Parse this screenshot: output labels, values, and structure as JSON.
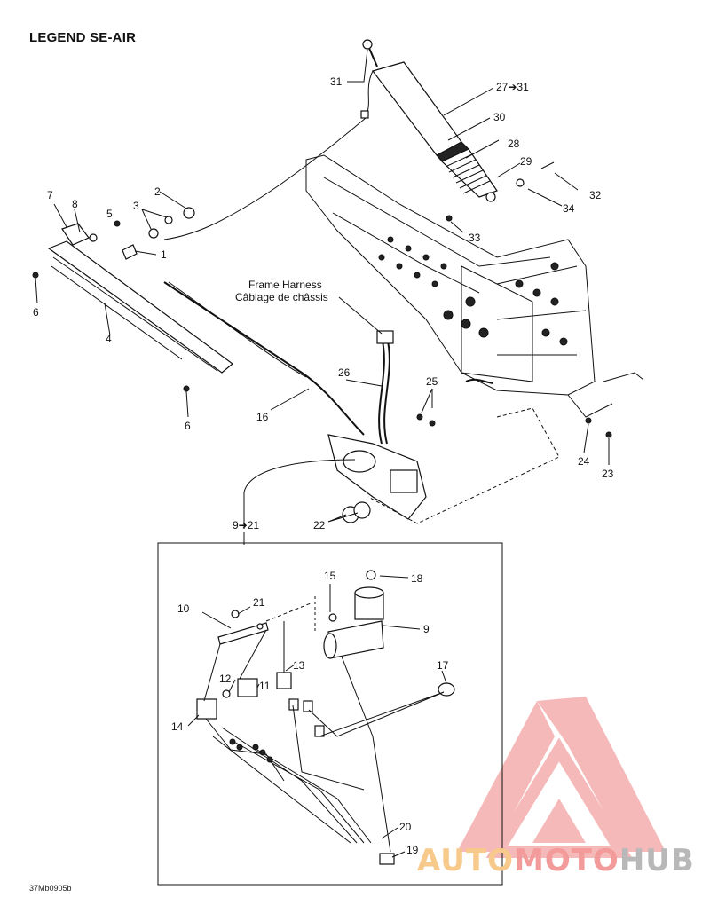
{
  "title": "LEGEND SE-AIR",
  "figure_code": "37Mb0905b",
  "harness": {
    "line1": "Frame Harness",
    "line2": "Câblage de châssis"
  },
  "watermark": {
    "part1": "AUTO",
    "part2": "MOTO",
    "part3": "HUB"
  },
  "callouts": {
    "c1": "1",
    "c2": "2",
    "c3": "3",
    "c4": "4",
    "c5": "5",
    "c6a": "6",
    "c6b": "6",
    "c7": "7",
    "c8": "8",
    "c9": "9",
    "c9to21": "9➔21",
    "c10": "10",
    "c11": "11",
    "c12": "12",
    "c13": "13",
    "c14": "14",
    "c15": "15",
    "c16": "16",
    "c17": "17",
    "c18": "18",
    "c19": "19",
    "c20": "20",
    "c21": "21",
    "c22": "22",
    "c23": "23",
    "c24": "24",
    "c25": "25",
    "c26": "26",
    "c27to31": "27➔31",
    "c28": "28",
    "c29": "29",
    "c30": "30",
    "c31": "31",
    "c32": "32",
    "c33": "33",
    "c34": "34"
  },
  "colors": {
    "logo_red": "#f08080",
    "logo_orange": "#f7c98a",
    "logo_gray": "#b8b8b8"
  }
}
